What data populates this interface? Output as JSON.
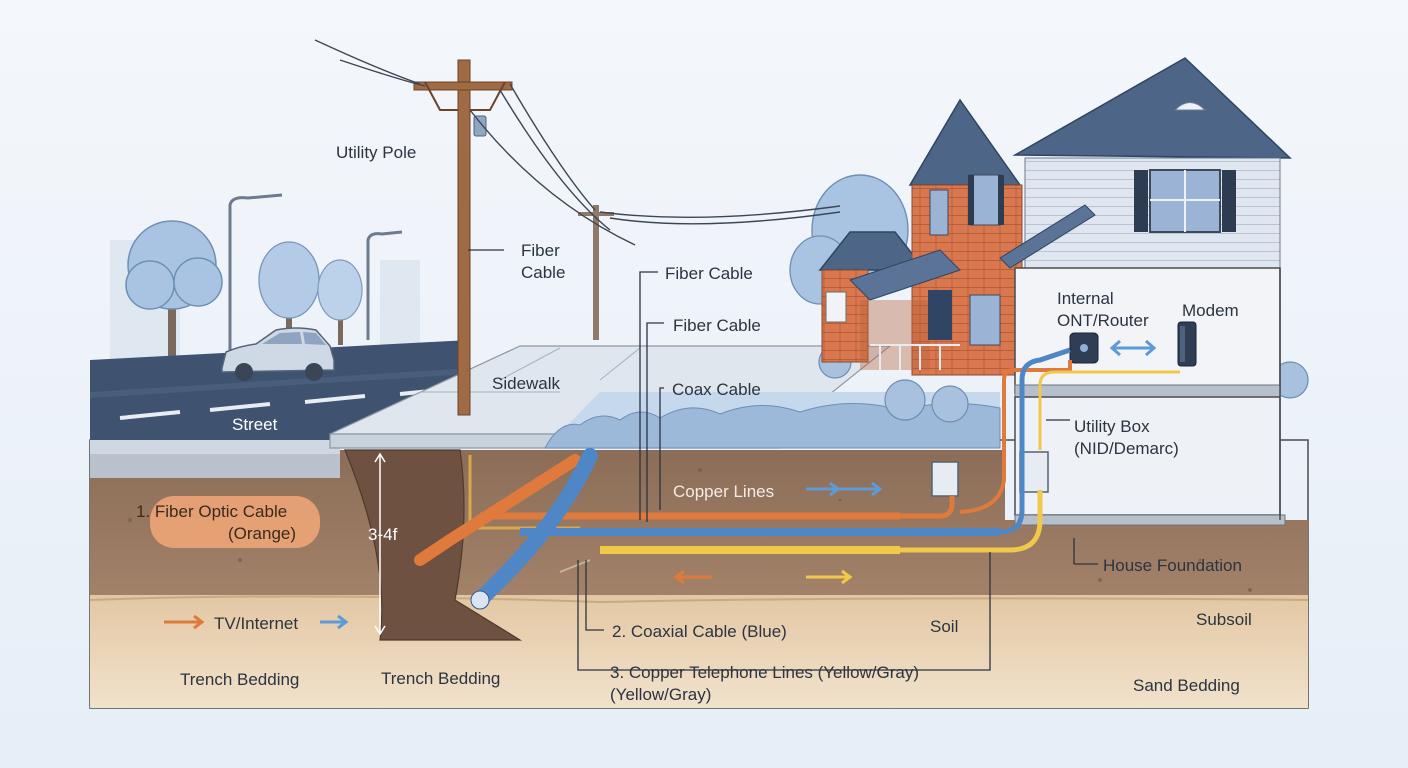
{
  "labels": {
    "utility_pole": "Utility Pole",
    "fiber_cable_pole_line1": "Fiber",
    "fiber_cable_pole_line2": "Cable",
    "fiber_cable_1": "Fiber Cable",
    "fiber_cable_2": "Fiber Cable",
    "coax_cable": "Coax Cable",
    "sidewalk": "Sidewalk",
    "street": "Street",
    "internal_ont_line1": "Internal",
    "internal_ont_line2": "ONT/Router",
    "modem": "Modem",
    "utility_box_line1": "Utility Box",
    "utility_box_line2": "(NID/Demarc)",
    "copper_lines": "Copper Lines",
    "fiber_optic_line1": "1. Fiber Optic Cable",
    "fiber_optic_line2": "(Orange)",
    "depth": "3-4f",
    "tv_internet": "TV/Internet",
    "trench_bedding_left": "Trench Bedding",
    "trench_bedding_center": "Trench Bedding",
    "coaxial_cable": "2. Coaxial Cable (Blue)",
    "copper_telephone_line1": "3. Copper Telephone Lines (Yellow/Gray)",
    "copper_telephone_line2": "(Yellow/Gray)",
    "soil": "Soil",
    "subsoil": "Subsoil",
    "house_foundation": "House Foundation",
    "sand_bedding": "Sand Bedding"
  },
  "colors": {
    "fiber": "#e07a3c",
    "coax": "#4f86c6",
    "copper": "#f0c84a",
    "soil": "#8a6a55",
    "sand": "#ead7bc",
    "brick": "#d9774e",
    "roof": "#4d6688",
    "grass": "#9bb8d8"
  },
  "icons": [
    "utility-pole-icon",
    "car-icon",
    "tree-icon",
    "house-icon",
    "modem-icon",
    "router-icon",
    "utility-box-icon",
    "arrow-icon"
  ]
}
